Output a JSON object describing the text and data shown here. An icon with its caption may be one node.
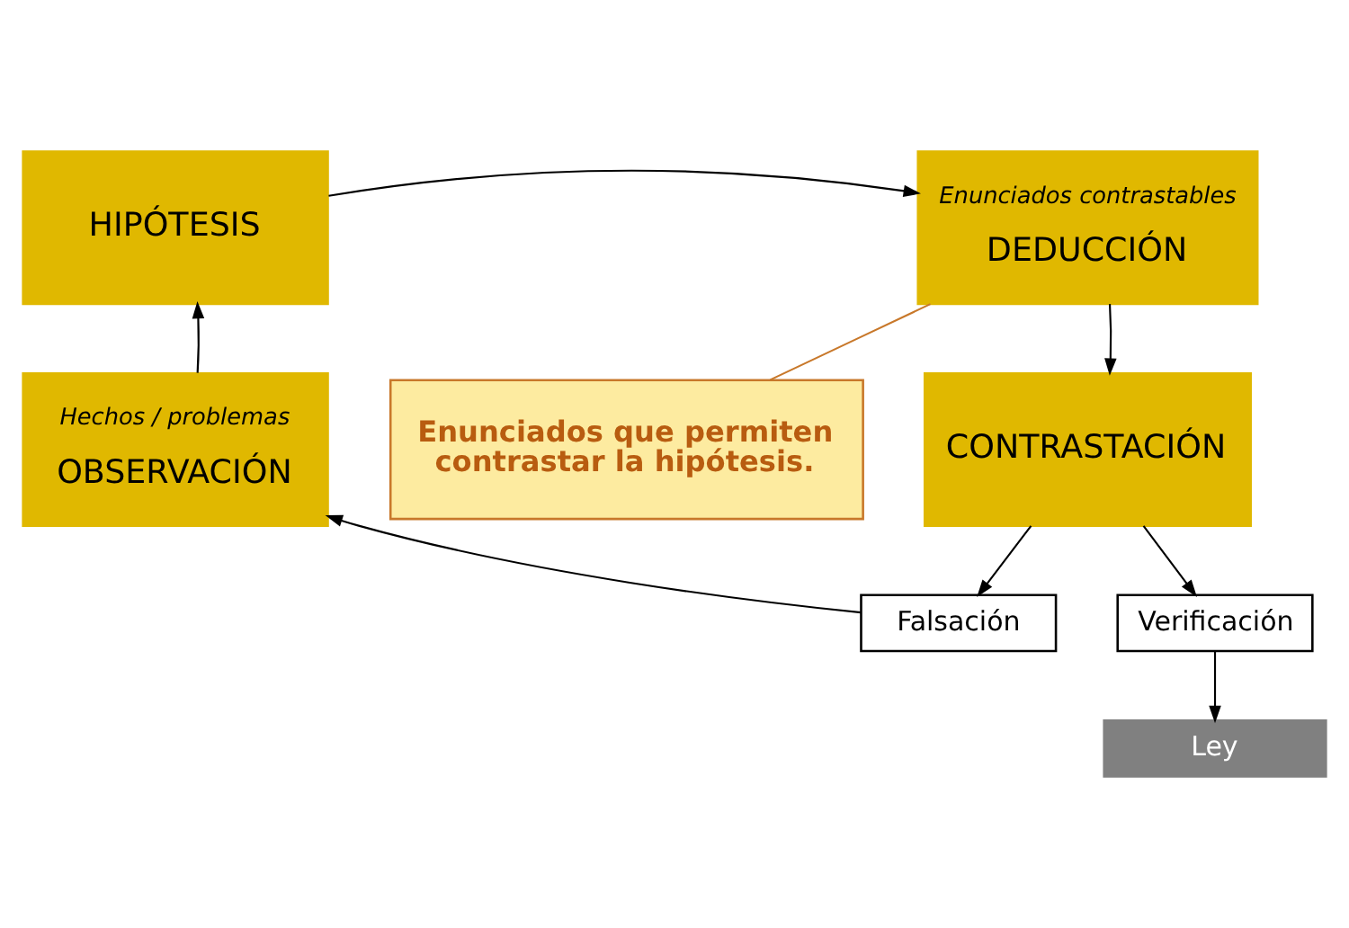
{
  "diagram": {
    "nodes": [
      {
        "text": [
          "HIPÓTESIS"
        ]
      },
      {
        "text": [
          "Enunciados contrastables",
          "DEDUCCIÓN"
        ]
      },
      {
        "text": [
          "Hechos / problemas",
          "OBSERVACIÓN"
        ]
      },
      {
        "text": [
          "CONTRASTACIÓN"
        ]
      },
      {
        "text": [
          "Falsación"
        ]
      },
      {
        "text": [
          "Verificación"
        ]
      },
      {
        "text": [
          "Ley"
        ]
      },
      {
        "text": [
          "Enunciados que permiten contrastar la hipótesis."
        ]
      }
    ],
    "edges": [
      {
        "from": 0,
        "to": 1,
        "arrow": "to"
      },
      {
        "from": 1,
        "to": 3,
        "arrow": "to"
      },
      {
        "from": 2,
        "to": 0,
        "arrow": "to"
      },
      {
        "from": 3,
        "to": 4,
        "arrow": "to"
      },
      {
        "from": 3,
        "to": 5,
        "arrow": "to"
      },
      {
        "from": 5,
        "to": 6,
        "arrow": "to"
      },
      {
        "from": 4,
        "to": 2,
        "arrow": "to"
      },
      {
        "from": 7,
        "to": 1,
        "arrow": "none",
        "color": "#c8782a"
      }
    ]
  }
}
